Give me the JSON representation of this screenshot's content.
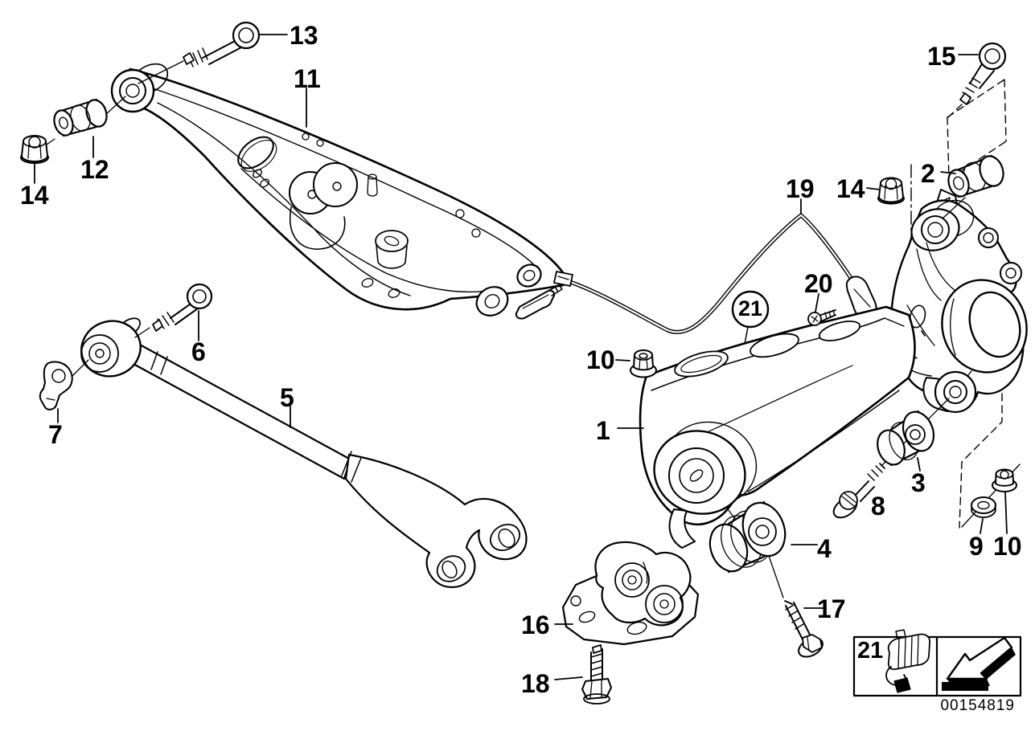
{
  "figure": {
    "part_number": "00154819"
  },
  "legend": {
    "item_label": "21"
  },
  "callouts": {
    "c1": "1",
    "c2": "2",
    "c3": "3",
    "c4": "4",
    "c5": "5",
    "c6": "6",
    "c7": "7",
    "c8": "8",
    "c9": "9",
    "c10a": "10",
    "c10b": "10",
    "c11": "11",
    "c12": "12",
    "c13": "13",
    "c14a": "14",
    "c14b": "14",
    "c15": "15",
    "c16": "16",
    "c17": "17",
    "c18": "18",
    "c19": "19",
    "c20": "20",
    "c21": "21"
  }
}
